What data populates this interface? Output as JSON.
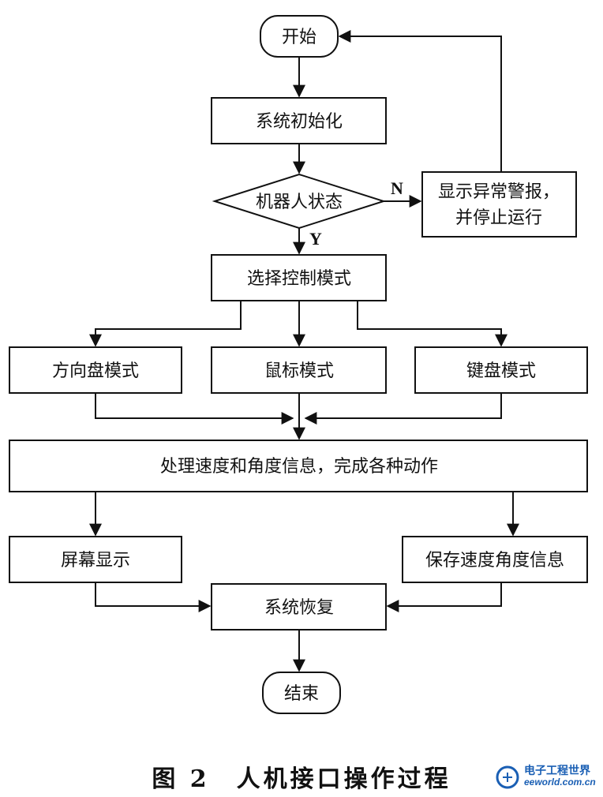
{
  "nodes": {
    "start": "开始",
    "init": "系统初始化",
    "robot_state": "机器人状态",
    "alarm_line1": "显示异常警报，",
    "alarm_line2": "并停止运行",
    "select_mode": "选择控制模式",
    "steering_mode": "方向盘模式",
    "mouse_mode": "鼠标模式",
    "keyboard_mode": "键盘模式",
    "process": "处理速度和角度信息，完成各种动作",
    "screen_display": "屏幕显示",
    "save_info": "保存速度角度信息",
    "recover": "系统恢复",
    "end": "结束"
  },
  "edge_labels": {
    "no": "N",
    "yes": "Y"
  },
  "caption": "图 2　人机接口操作过程",
  "watermark": {
    "name": "电子工程世界",
    "url": "eeworld.com.cn"
  },
  "colors": {
    "line": "#111111",
    "background": "#ffffff",
    "watermark": "#1a5fb4"
  }
}
